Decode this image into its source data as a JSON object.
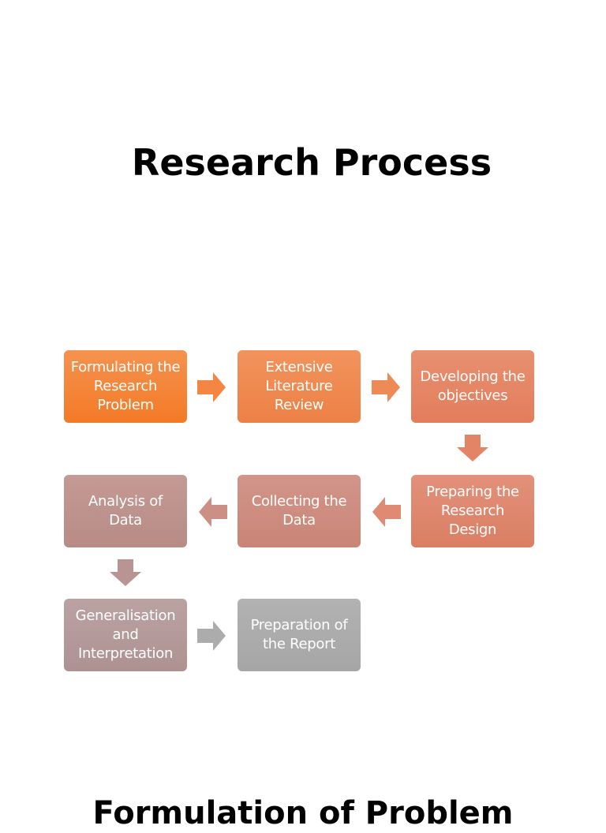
{
  "title": "Research Process",
  "next_heading": "Formulation  of Problem",
  "diagram": {
    "steps": [
      {
        "label": "Formulating the Research Problem",
        "color_top": "#f5924f",
        "color_bottom": "#f37a26"
      },
      {
        "label": "Extensive Literature Review",
        "color_top": "#f2935c",
        "color_bottom": "#ec8146"
      },
      {
        "label": "Developing the objectives",
        "color_top": "#e89070",
        "color_bottom": "#e27d5b"
      },
      {
        "label": "Preparing the Research Design",
        "color_top": "#e2917a",
        "color_bottom": "#da7e63"
      },
      {
        "label": "Collecting the Data",
        "color_top": "#d2958a",
        "color_bottom": "#c98576"
      },
      {
        "label": "Analysis of Data",
        "color_top": "#c49a95",
        "color_bottom": "#b88b85"
      },
      {
        "label": "Generalisation and Interpretation",
        "color_top": "#bba2a2",
        "color_bottom": "#ad9291"
      },
      {
        "label": "Preparation of the Report",
        "color_top": "#b2b2b2",
        "color_bottom": "#a6a6a6"
      }
    ],
    "connectors": [
      {
        "from": 1,
        "to": 2,
        "direction": "right",
        "color": "#f48643"
      },
      {
        "from": 2,
        "to": 3,
        "direction": "right",
        "color": "#ee8a55"
      },
      {
        "from": 3,
        "to": 4,
        "direction": "down",
        "color": "#e48466"
      },
      {
        "from": 4,
        "to": 5,
        "direction": "left",
        "color": "#e08973"
      },
      {
        "from": 5,
        "to": 6,
        "direction": "left",
        "color": "#cc8f85"
      },
      {
        "from": 6,
        "to": 7,
        "direction": "down",
        "color": "#b89493"
      },
      {
        "from": 7,
        "to": 8,
        "direction": "right",
        "color": "#acacac"
      }
    ]
  }
}
